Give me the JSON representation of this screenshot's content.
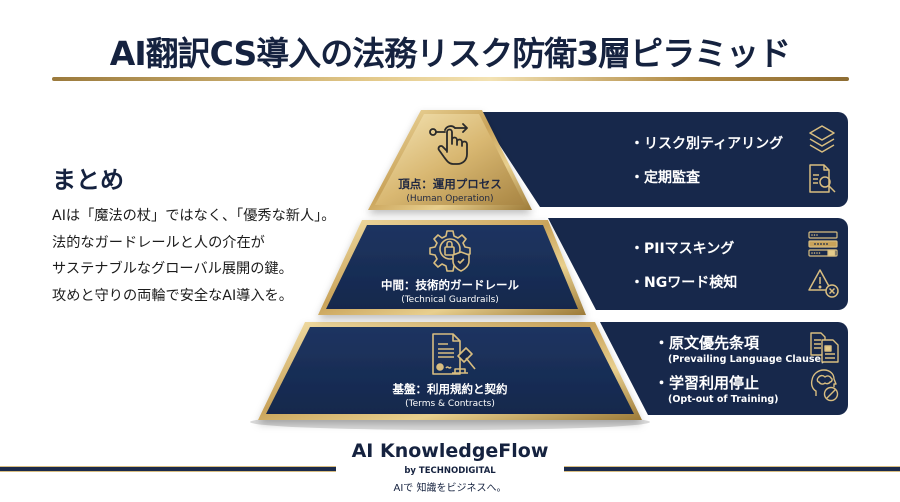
{
  "title": "AI翻訳CS導入の法務リスク防衛3層ピラミッド",
  "colors": {
    "navy": "#17284b",
    "gold": "#c9a35a",
    "gold_light": "#f0dca5",
    "text_dark": "#15223f"
  },
  "summary": {
    "heading": "まとめ",
    "lines": [
      "AIは「魔法の杖」ではなく、「優秀な新人」。",
      "法的なガードレールと人の介在が",
      "サステナブルなグローバル展開の鍵。",
      "攻めと守りの両輪で安全なAI導入を。"
    ]
  },
  "pyramid": {
    "tiers": [
      {
        "label": "頂点：運用プロセス",
        "label_en": "(Human Operation)",
        "icon": "hand-pointer-icon",
        "items": [
          {
            "text": "・リスク別ティアリング",
            "icon": "layers-icon"
          },
          {
            "text": "・定期監査",
            "icon": "document-search-icon"
          }
        ]
      },
      {
        "label": "中間：技術的ガードレール",
        "label_en": "(Technical Guardrails)",
        "icon": "gear-lock-shield-icon",
        "items": [
          {
            "text": "・PIIマスキング",
            "icon": "masked-fields-icon"
          },
          {
            "text": "・NGワード検知",
            "icon": "warning-x-icon"
          }
        ]
      },
      {
        "label": "基盤：利用規約と契約",
        "label_en": "(Terms & Contracts)",
        "icon": "contract-gavel-icon",
        "items": [
          {
            "text": "・原文優先条項",
            "sub": "(Prevailing Language Clause)",
            "icon": "documents-icon"
          },
          {
            "text": "・学習利用停止",
            "sub": "(Opt-out of Training)",
            "icon": "brain-block-icon"
          }
        ]
      }
    ]
  },
  "brand": {
    "name": "AI KnowledgeFlow",
    "by": "by TECHNODIGITAL",
    "tagline": "AIで 知識をビジネスへ。"
  }
}
